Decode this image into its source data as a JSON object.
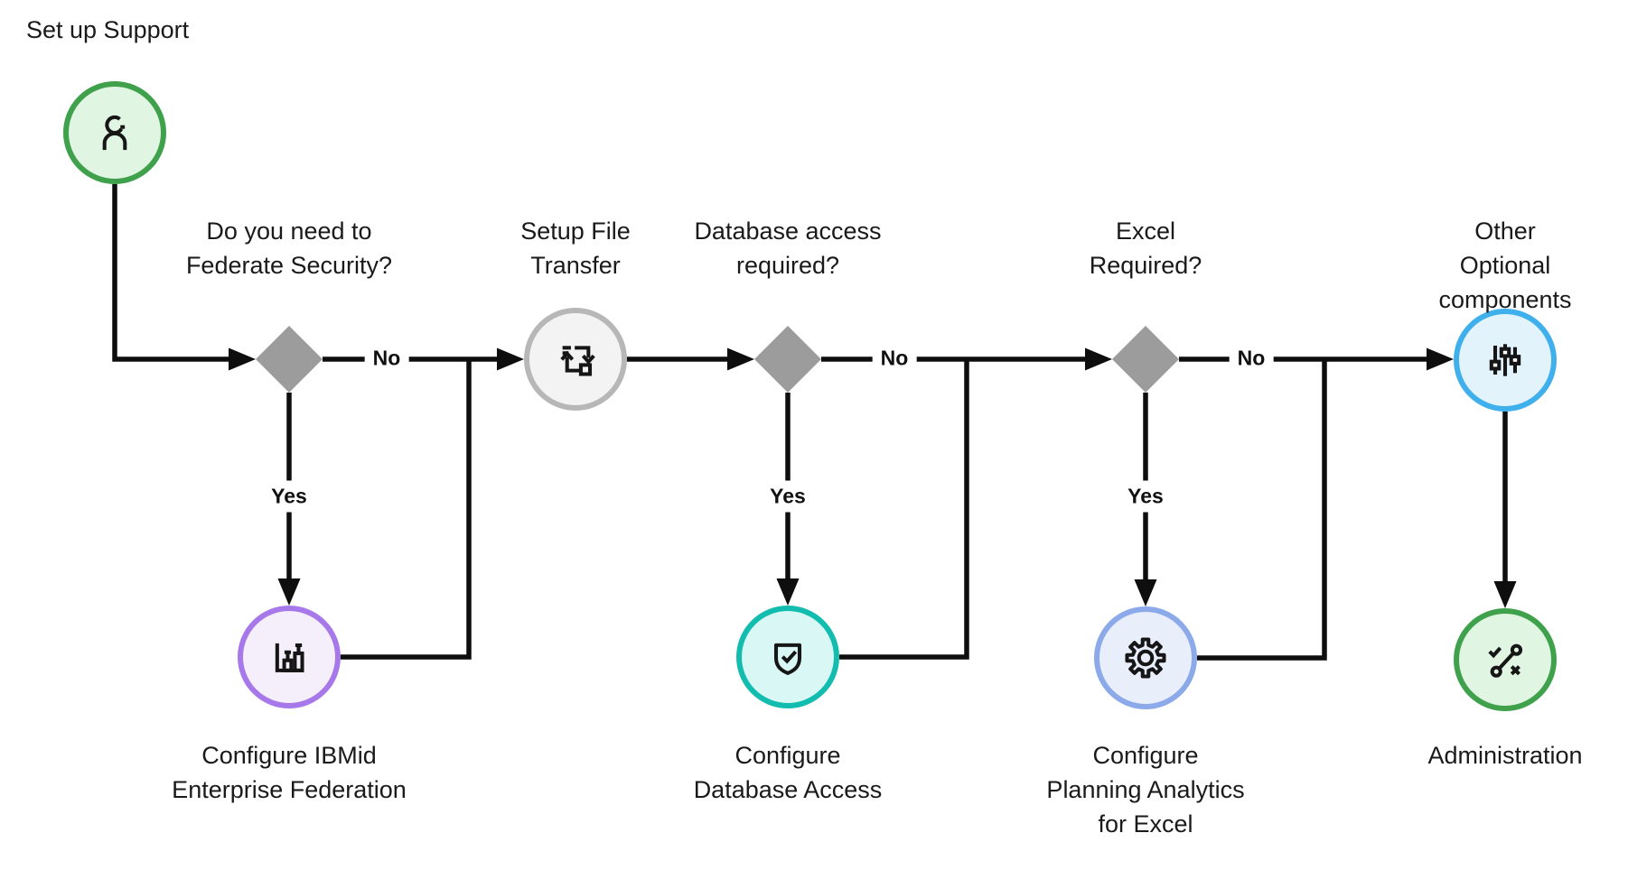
{
  "title": "Set up Support",
  "branch_labels": {
    "yes": "Yes",
    "no": "No"
  },
  "decisions": [
    {
      "question": "Do you need to\nFederate Security?"
    },
    {
      "question": "Database access\nrequired?"
    },
    {
      "question": "Excel\nRequired?"
    }
  ],
  "nodes": {
    "start": {
      "icon": "user-icon"
    },
    "file_transfer": {
      "title": "Setup File\nTransfer",
      "icon": "data-transfer-icon"
    },
    "federation": {
      "title": "Configure IBMid\nEnterprise Federation",
      "icon": "bar-chart-icon"
    },
    "database": {
      "title": "Configure\nDatabase Access",
      "icon": "shield-check-icon"
    },
    "pax": {
      "title": "Configure\nPlanning Analytics\nfor Excel",
      "icon": "gear-icon"
    },
    "optional": {
      "title": "Other Optional\ncomponents",
      "icon": "sliders-icon"
    },
    "admin": {
      "title": "Administration",
      "icon": "strategy-icon"
    }
  },
  "colors": {
    "line": "#0e0e0e",
    "text": "#1a1a1a",
    "diamond": "#9c9c9c",
    "icon_stroke": "#161616",
    "node_start": {
      "border": "#3fa14c",
      "fill": "#e1f5e3"
    },
    "node_file_transfer": {
      "border": "#b7b7b7",
      "fill": "#f3f3f3"
    },
    "node_federation": {
      "border": "#a778e9",
      "fill": "#f5effc"
    },
    "node_database": {
      "border": "#12bcae",
      "fill": "#d9f7f4"
    },
    "node_pax": {
      "border": "#8caaea",
      "fill": "#e8eefa"
    },
    "node_optional": {
      "border": "#40b0ec",
      "fill": "#e2f3fc"
    },
    "node_admin": {
      "border": "#3fa14c",
      "fill": "#e1f5e3"
    }
  }
}
